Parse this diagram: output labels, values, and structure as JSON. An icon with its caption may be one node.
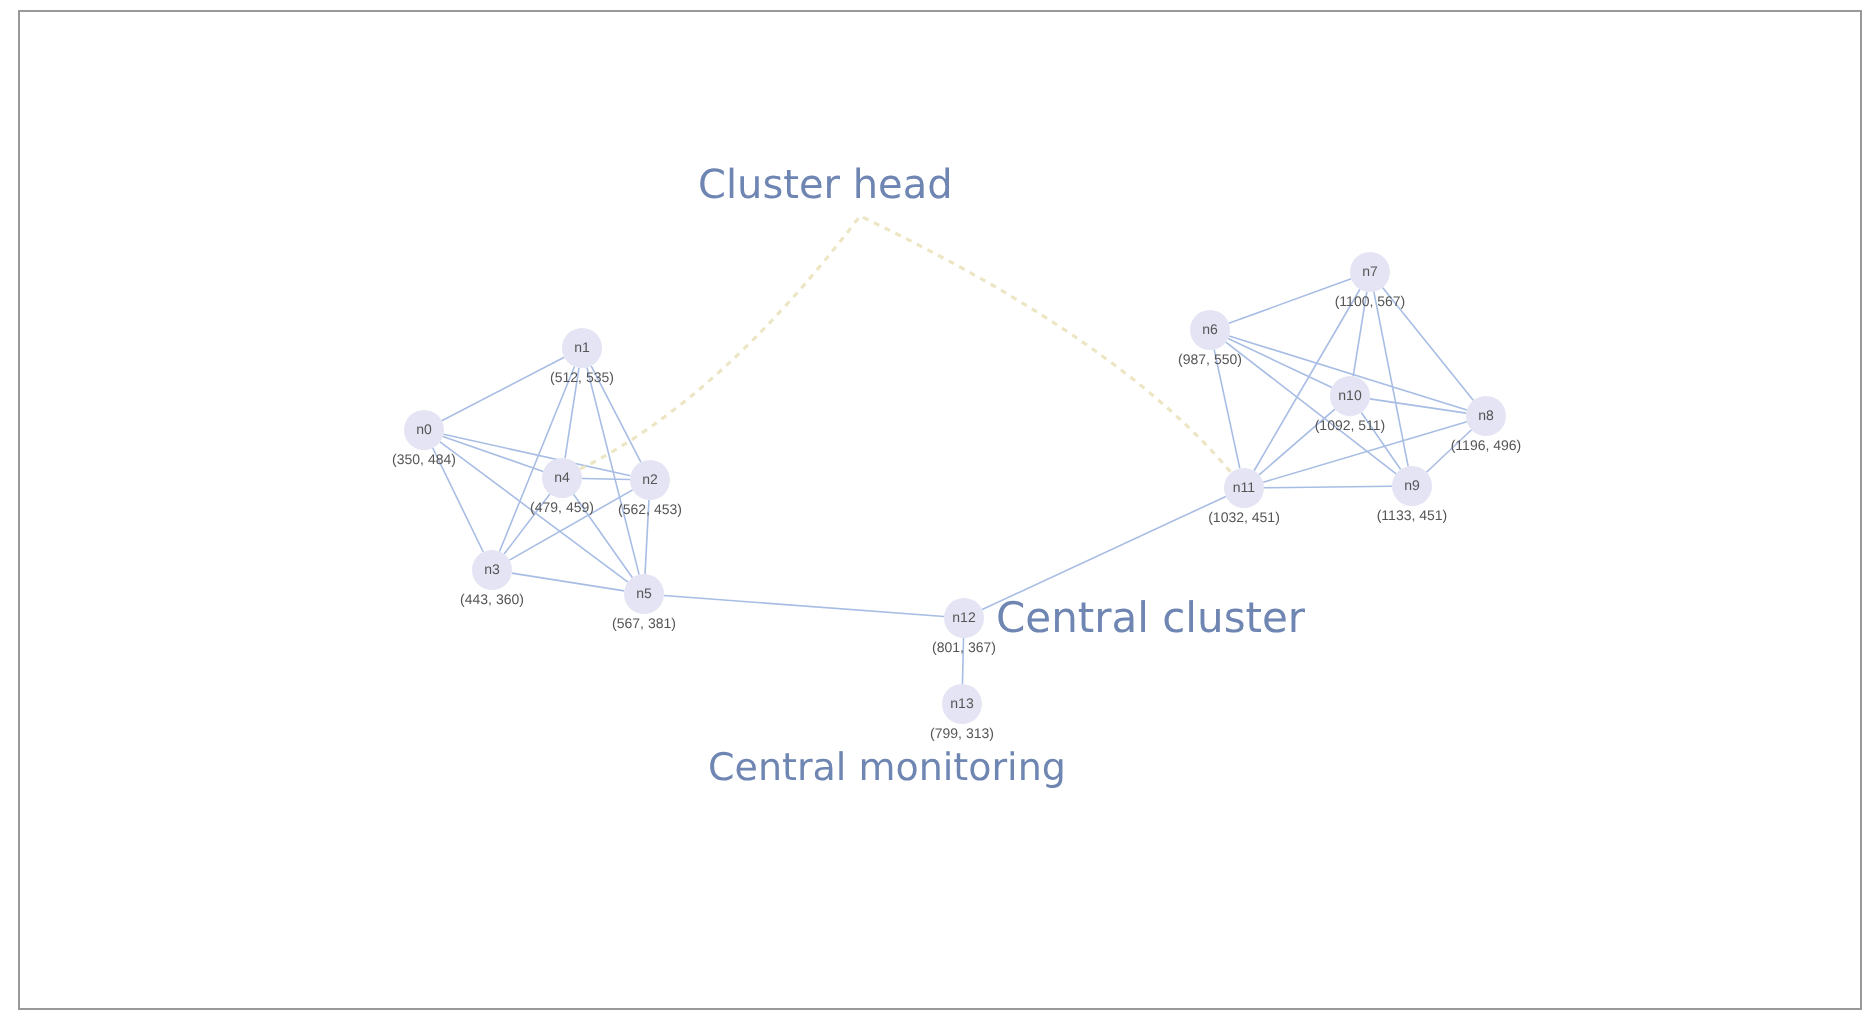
{
  "diagram": {
    "nodes": [
      {
        "text": [
          "n0"
        ],
        "beside": [
          "(350, 484)"
        ]
      },
      {
        "text": [
          "n1"
        ],
        "beside": [
          "(512, 535)"
        ]
      },
      {
        "text": [
          "n2"
        ],
        "beside": [
          "(562, 453)"
        ]
      },
      {
        "text": [
          "n3"
        ],
        "beside": [
          "(443, 360)"
        ]
      },
      {
        "text": [
          "n4"
        ],
        "beside": [
          "(479, 459)"
        ]
      },
      {
        "text": [
          "n5"
        ],
        "beside": [
          "(567, 381)"
        ]
      },
      {
        "text": [
          "n6"
        ],
        "beside": [
          "(987, 550)"
        ]
      },
      {
        "text": [
          "n7"
        ],
        "beside": [
          "(1100, 567)"
        ]
      },
      {
        "text": [
          "n8"
        ],
        "beside": [
          "(1196, 496)"
        ]
      },
      {
        "text": [
          "n9"
        ],
        "beside": [
          "(1133, 451)"
        ]
      },
      {
        "text": [
          "n10"
        ],
        "beside": [
          "(1092, 511)"
        ]
      },
      {
        "text": [
          "n11"
        ],
        "beside": [
          "(1032, 451)"
        ]
      },
      {
        "text": [
          "n12"
        ],
        "beside": [
          "(801, 367)"
        ]
      },
      {
        "text": [
          "n13"
        ],
        "beside": [
          "(799, 313)"
        ]
      }
    ],
    "edges": [
      {
        "from": 0,
        "to": 1,
        "arrow": "none"
      },
      {
        "from": 0,
        "to": 4,
        "arrow": "none"
      },
      {
        "from": 0,
        "to": 2,
        "arrow": "none"
      },
      {
        "from": 0,
        "to": 3,
        "arrow": "none"
      },
      {
        "from": 0,
        "to": 5,
        "arrow": "none"
      },
      {
        "from": 1,
        "to": 4,
        "arrow": "none"
      },
      {
        "from": 1,
        "to": 3,
        "arrow": "none"
      },
      {
        "from": 1,
        "to": 2,
        "arrow": "none"
      },
      {
        "from": 1,
        "to": 5,
        "arrow": "none"
      },
      {
        "from": 4,
        "to": 2,
        "arrow": "none"
      },
      {
        "from": 4,
        "to": 3,
        "arrow": "none"
      },
      {
        "from": 4,
        "to": 5,
        "arrow": "none"
      },
      {
        "from": 2,
        "to": 3,
        "arrow": "none"
      },
      {
        "from": 2,
        "to": 5,
        "arrow": "none"
      },
      {
        "from": 3,
        "to": 5,
        "arrow": "none"
      },
      {
        "from": 5,
        "to": 12,
        "arrow": "none"
      },
      {
        "from": 6,
        "to": 7,
        "arrow": "none"
      },
      {
        "from": 6,
        "to": 8,
        "arrow": "none"
      },
      {
        "from": 6,
        "to": 11,
        "arrow": "none"
      },
      {
        "from": 6,
        "to": 9,
        "arrow": "none"
      },
      {
        "from": 6,
        "to": 10,
        "arrow": "none"
      },
      {
        "from": 7,
        "to": 11,
        "arrow": "none"
      },
      {
        "from": 7,
        "to": 10,
        "arrow": "none"
      },
      {
        "from": 7,
        "to": 9,
        "arrow": "none"
      },
      {
        "from": 7,
        "to": 8,
        "arrow": "none"
      },
      {
        "from": 10,
        "to": 8,
        "arrow": "none"
      },
      {
        "from": 10,
        "to": 11,
        "arrow": "none"
      },
      {
        "from": 10,
        "to": 9,
        "arrow": "none"
      },
      {
        "from": 8,
        "to": 11,
        "arrow": "none"
      },
      {
        "from": 8,
        "to": 9,
        "arrow": "none"
      },
      {
        "from": 11,
        "to": 9,
        "arrow": "none"
      },
      {
        "from": 11,
        "to": 12,
        "arrow": "none"
      },
      {
        "from": 12,
        "to": 13,
        "arrow": "none"
      },
      {
        "from": 4,
        "to": 11,
        "arrow": "none",
        "style": "dashed",
        "color": "#ece6c4"
      }
    ],
    "labels": [
      "Cluster head",
      "Central cluster",
      "Central monitoring"
    ]
  }
}
